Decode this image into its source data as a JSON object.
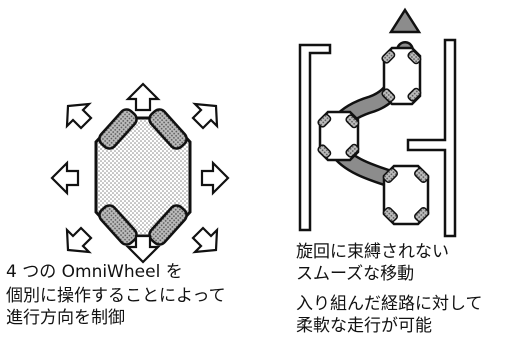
{
  "left_figure": {
    "caption_lines": [
      "4 つの OmniWheel を",
      "個別に操作することによって",
      "進行方向を制御"
    ]
  },
  "right_figure": {
    "caption_lines": [
      "旋回に束縛されない",
      "スムーズな移動",
      "入り組んだ経路に対して",
      "柔軟な走行が可能"
    ]
  },
  "colors": {
    "ink": "#111111",
    "body_fill": "#d9d9d9",
    "wheel_fill": "#9a9a9a",
    "path_fill": "#8c8c8c",
    "background": "#ffffff"
  }
}
